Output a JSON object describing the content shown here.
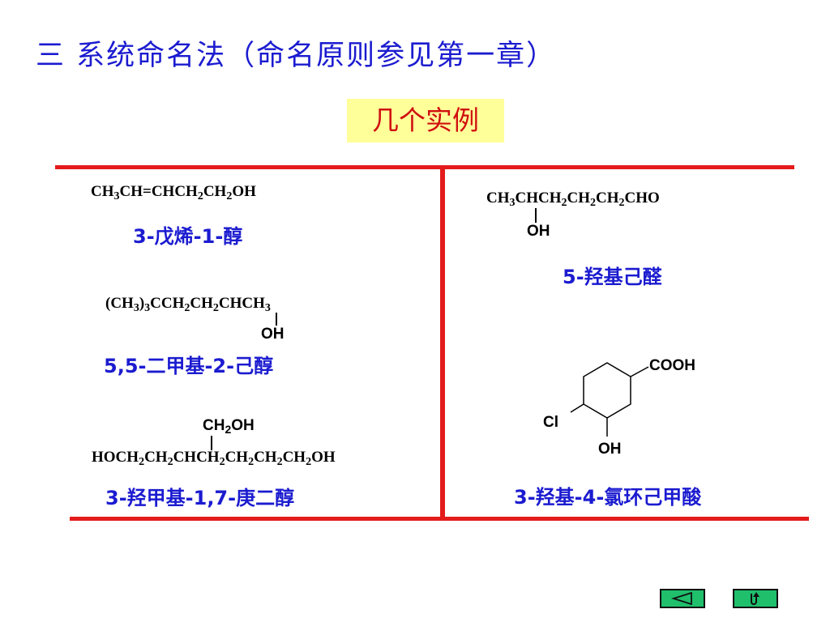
{
  "title": "三 系统命名法（命名原则参见第一章）",
  "badge": "几个实例",
  "colors": {
    "title": "#1b1bd0",
    "divider": "#e41b1b",
    "badge_bg": "#ffff99",
    "badge_text": "#d01010",
    "nav": "#1fbf6c"
  },
  "examples": {
    "ex1": {
      "formula": [
        "CH",
        "3",
        "CH=CHCH",
        "2",
        "CH",
        "2",
        "OH"
      ],
      "name": "3-戊烯-1-醇"
    },
    "ex2": {
      "formula": [
        "(CH",
        "3",
        ")",
        "3",
        "CCH",
        "2",
        "CH",
        "2",
        "CHCH",
        "3"
      ],
      "oh": "OH",
      "name": "5,5-二甲基-2-己醇"
    },
    "ex3": {
      "branch": [
        "CH",
        "2",
        "OH"
      ],
      "formula": [
        "HOCH",
        "2",
        "CH",
        "2",
        "CHCH",
        "2",
        "CH",
        "2",
        "CH",
        "2",
        "CH",
        "2",
        "OH"
      ],
      "name": "3-羟甲基-1,7-庚二醇"
    },
    "ex4": {
      "formula": [
        "CH",
        "3",
        "CHCH",
        "2",
        "CH",
        "2",
        "CH",
        "2",
        "CHO"
      ],
      "oh": "OH",
      "name": "5-羟基己醛"
    },
    "ex5": {
      "cooh": "COOH",
      "cl": "Cl",
      "oh": "OH",
      "name": "3-羟基-4-氯环己甲酸"
    }
  },
  "nav": {
    "back_icon": "triangle-left-icon",
    "return_icon": "return-arrow-icon"
  }
}
